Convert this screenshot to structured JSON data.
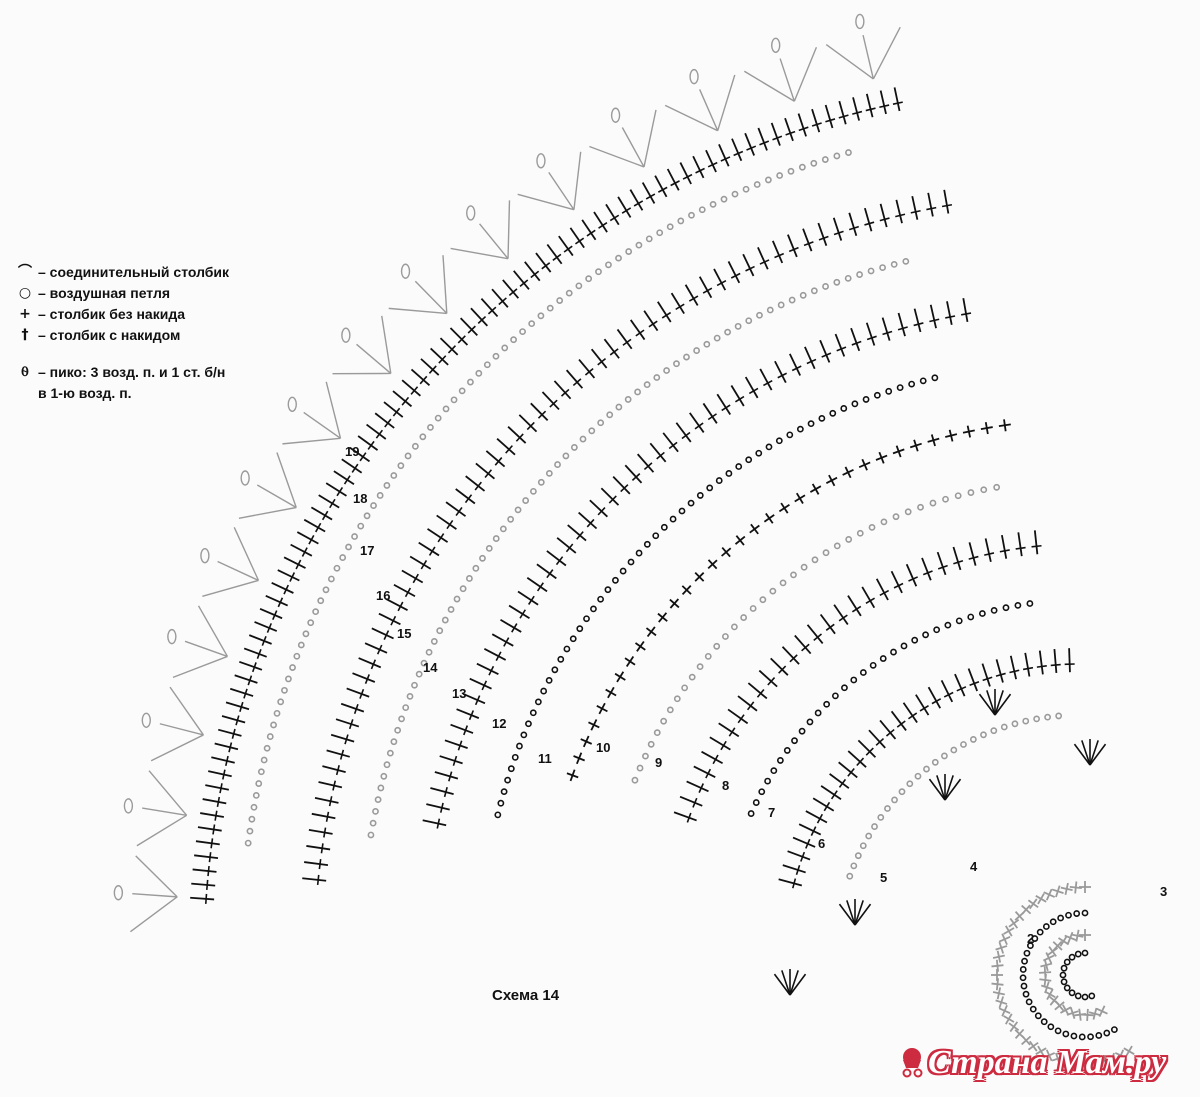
{
  "legend": {
    "items": [
      {
        "symbol": "⌒",
        "text": "– соединительный столбик"
      },
      {
        "symbol": "○",
        "text": "– воздушная петля"
      },
      {
        "symbol": "+",
        "text": "– столбик без накида"
      },
      {
        "symbol": "†",
        "text": "– столбик с накидом"
      },
      {
        "symbol": "⍬",
        "text": "– пико: 3 возд. п. и 1 ст. б/н",
        "continuation": "в 1-ю возд. п."
      }
    ]
  },
  "caption": "Схема 14",
  "watermark": "Страна Мам.ру",
  "row_numbers": [
    "2",
    "3",
    "4",
    "5",
    "6",
    "7",
    "8",
    "9",
    "10",
    "11",
    "12",
    "13",
    "14",
    "15",
    "16",
    "17",
    "18",
    "19"
  ],
  "colors": {
    "ink": "#111111",
    "faint_ink": "#9a9a9a",
    "watermark": "#cc2b40"
  }
}
